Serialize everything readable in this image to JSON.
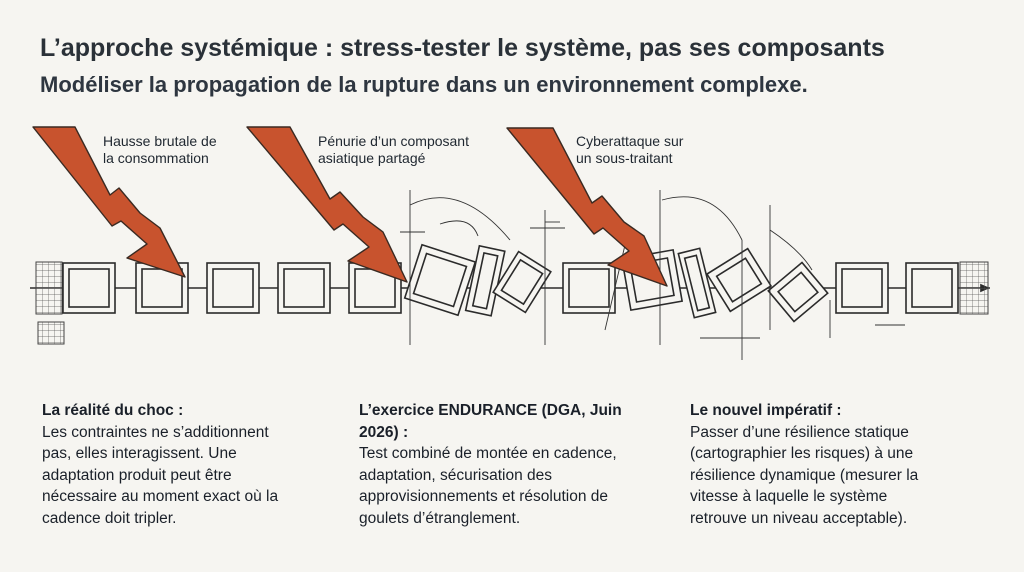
{
  "header": {
    "title": "L’approche systémique : stress-tester le système, pas ses composants",
    "subtitle": "Modéliser la propagation de la rupture dans un environnement complexe."
  },
  "shocks": [
    {
      "label_line1": "Hausse brutale de",
      "label_line2": "la consommation"
    },
    {
      "label_line1": "Pénurie d’un composant",
      "label_line2": "asiatique partagé"
    },
    {
      "label_line1": "Cyberattaque sur",
      "label_line2": "un sous-traitant"
    }
  ],
  "colors": {
    "arrow": "#c8532e",
    "arrow_stroke": "#3a2a22",
    "ink": "#2b2b2b",
    "background": "#f6f5f1"
  },
  "columns": [
    {
      "heading": "La réalité du choc :",
      "body": [
        "Les contraintes ne s’additionnent",
        "pas, elles interagissent. Une",
        "adaptation produit peut être",
        "nécessaire au moment exact où la",
        "cadence doit tripler."
      ]
    },
    {
      "heading": "L’exercice ENDURANCE (DGA, Juin",
      "heading2": "2026) :",
      "body": [
        "Test combiné de montée en cadence,",
        "adaptation, sécurisation des",
        "approvisionnements et résolution de",
        "goulets d’étranglement."
      ]
    },
    {
      "heading": "Le nouvel impératif :",
      "body": [
        "Passer d’une résilience statique",
        "(cartographier les risques) à une",
        "résilience dynamique (mesurer la",
        "vitesse à laquelle le système",
        "retrouve un niveau acceptable)."
      ]
    }
  ]
}
